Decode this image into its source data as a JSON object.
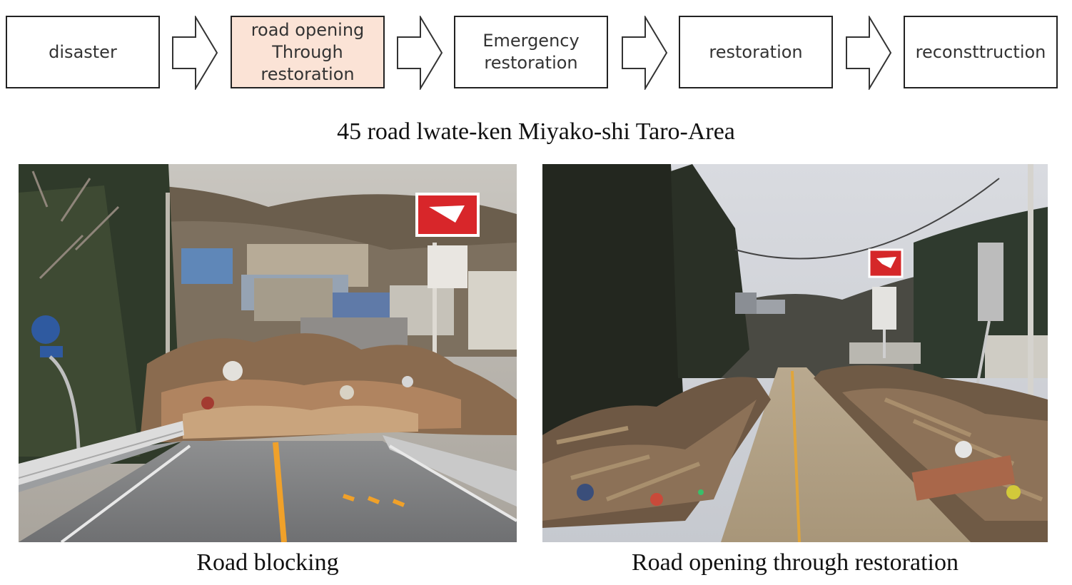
{
  "flow": {
    "steps": [
      {
        "label": "disaster",
        "highlighted": false
      },
      {
        "label": "road opening\nThrough\nrestoration",
        "highlighted": true
      },
      {
        "label": "Emergency\nrestoration",
        "highlighted": false
      },
      {
        "label": "restoration",
        "highlighted": false
      },
      {
        "label": "reconsttruction",
        "highlighted": false
      }
    ],
    "highlight_color": "#fbe3d6"
  },
  "area_title": "45 road lwate-ken Miyako-shi Taro-Area",
  "photos": {
    "left": {
      "caption": "Road blocking"
    },
    "right": {
      "caption": "Road opening through restoration"
    }
  }
}
